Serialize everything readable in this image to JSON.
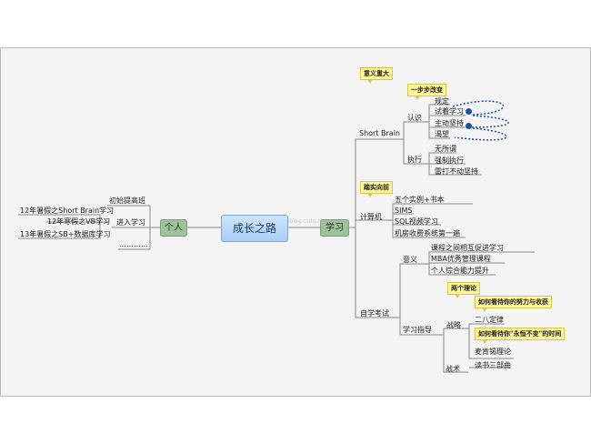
{
  "root": "成长之路",
  "watermark": "http://blog.csdn.net/...",
  "left": {
    "branch": "个人",
    "items": [
      "初始提高班",
      "进入学习",
      "…………"
    ],
    "subitems": [
      "12年暑假之Short Brain学习",
      "12年寒假之VB学习",
      "13年暑假之SB+数据库学习"
    ]
  },
  "right": {
    "branch": "学习",
    "short_brain": {
      "label": "Short Brain",
      "callout": "意义重大",
      "renshi": {
        "label": "认识",
        "callout": "一步步改变",
        "items": [
          "规定",
          "试着学习",
          "主动坚持",
          "渴望"
        ]
      },
      "zhixing": {
        "label": "执行",
        "items": [
          "无所谓",
          "强制执行",
          "雷打不动坚持"
        ]
      }
    },
    "computer": {
      "label": "计算机",
      "callout": "踏实向前",
      "items": [
        "五个实例+书本",
        "SIMS",
        "SQL视频学习",
        "机房收费系统第一遍"
      ]
    },
    "self_exam": {
      "label": "自学考试",
      "yiyi": {
        "label": "意义",
        "items": [
          "课程之间相互促进学习",
          "MBA优秀管理课程",
          "个人综合能力提升"
        ]
      },
      "guide": {
        "label": "学习指导",
        "zhanlue": {
          "label": "战略",
          "callout": "两个理论",
          "items": [
            "二八定律",
            "麦肯锡理论"
          ],
          "notes": [
            "如何看待你的努力与收获",
            "如何看待你\"永恒不变\"的时间"
          ]
        },
        "zhanshu": {
          "label": "战术",
          "items": [
            "读书三部曲"
          ]
        }
      }
    }
  }
}
